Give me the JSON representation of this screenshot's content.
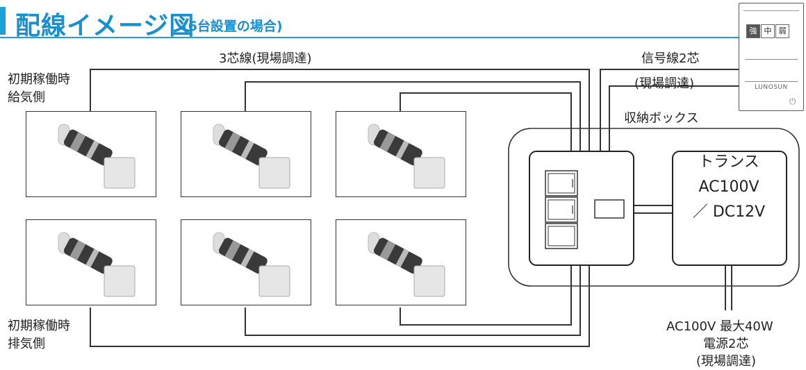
{
  "title": {
    "main": "配線イメージ図",
    "sub": "(6台設置の場合)"
  },
  "labels": {
    "wire_3core": "3芯線(現場調達)",
    "signal_wire": "信号線2芯",
    "signal_procure": "(現場調達)",
    "supply_side_line1": "初期稼働時",
    "supply_side_line2": "給気側",
    "exhaust_side_line1": "初期稼働時",
    "exhaust_side_line2": "排気側",
    "storage_box": "収納ボックス",
    "power_line1": "AC100V 最大40W",
    "power_line2": "電源2芯",
    "power_line3": "(現場調達)"
  },
  "transformer": {
    "line1": "トランス",
    "line2": "AC100V",
    "line3": "／ DC12V"
  },
  "remote": {
    "buttons": [
      "強",
      "中",
      "弱"
    ],
    "active_button": "強",
    "brand": "LUNOSUN",
    "power_glyph": "⏻"
  },
  "colors": {
    "accent": "#1aa1d8",
    "line": "#333333"
  }
}
